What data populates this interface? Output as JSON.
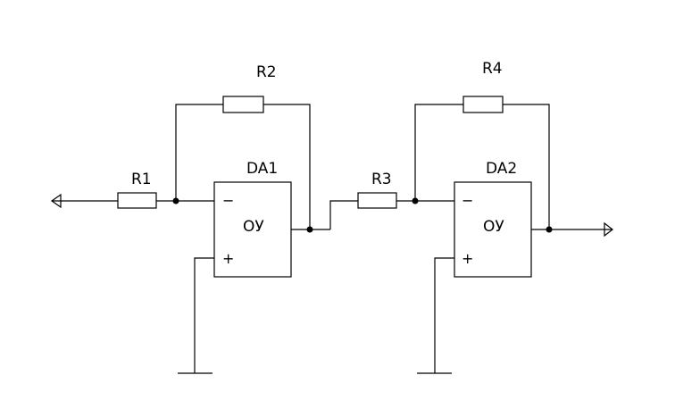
{
  "schematic": {
    "colors": {
      "line": "#000000",
      "background": "#ffffff"
    },
    "resistors": [
      {
        "id": "r1",
        "label": "R1"
      },
      {
        "id": "r2",
        "label": "R2"
      },
      {
        "id": "r3",
        "label": "R3"
      },
      {
        "id": "r4",
        "label": "R4"
      }
    ],
    "opamps": [
      {
        "id": "da1",
        "label": "DA1",
        "body_text": "ОУ",
        "minus_sign": "−",
        "plus_sign": "+"
      },
      {
        "id": "da2",
        "label": "DA2",
        "body_text": "ОУ",
        "minus_sign": "−",
        "plus_sign": "+"
      }
    ]
  }
}
